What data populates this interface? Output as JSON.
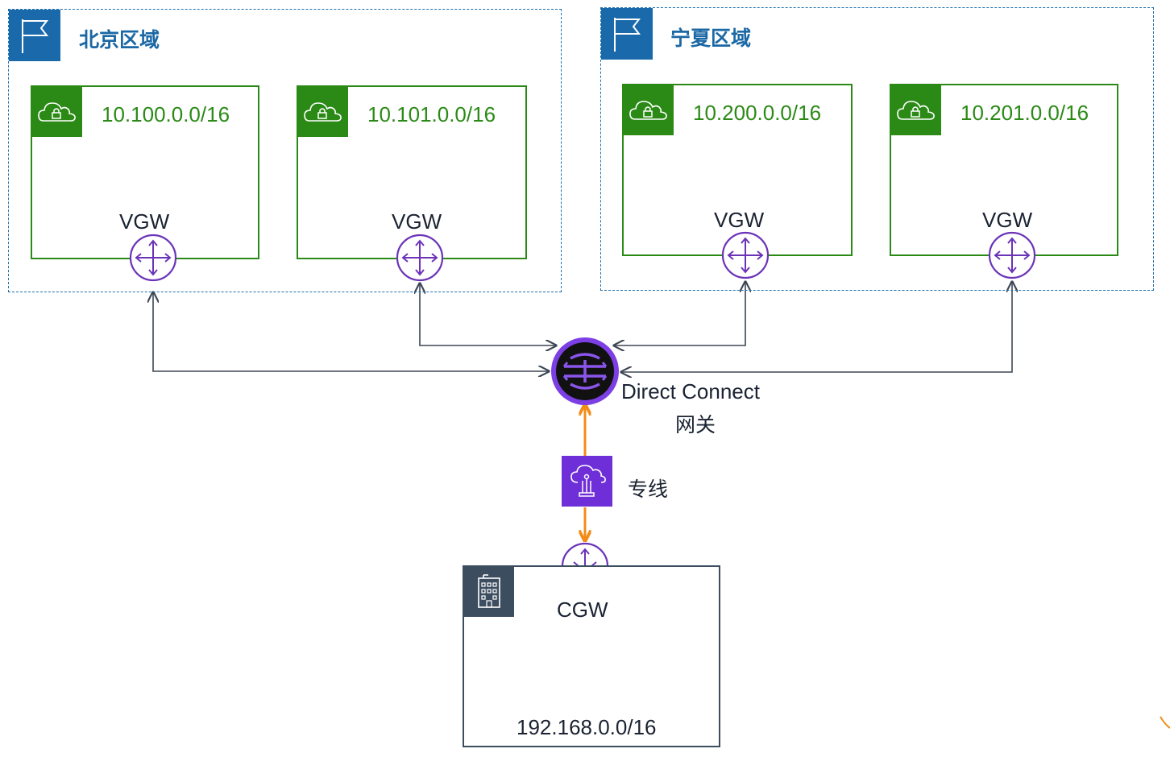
{
  "regions": [
    {
      "name": "北京区域",
      "icon": "region-flag-icon"
    },
    {
      "name": "宁夏区域",
      "icon": "region-flag-icon"
    }
  ],
  "vpcs": [
    {
      "cidr": "10.100.0.0/16",
      "gateway": "VGW"
    },
    {
      "cidr": "10.101.0.0/16",
      "gateway": "VGW"
    },
    {
      "cidr": "10.200.0.0/16",
      "gateway": "VGW"
    },
    {
      "cidr": "10.201.0.0/16",
      "gateway": "VGW"
    }
  ],
  "dx_gateway": {
    "line1": "Direct Connect",
    "line2": "网关"
  },
  "dedicated_line": {
    "label": "专线"
  },
  "customer": {
    "gateway": "CGW",
    "cidr": "192.168.0.0/16"
  },
  "colors": {
    "region_border": "#1f6fad",
    "vpc_green": "#2b8a16",
    "router_purple": "#6b34b8",
    "line_dark": "#3d4654",
    "line_orange": "#f28c18",
    "onprem": "#3d4d60"
  }
}
